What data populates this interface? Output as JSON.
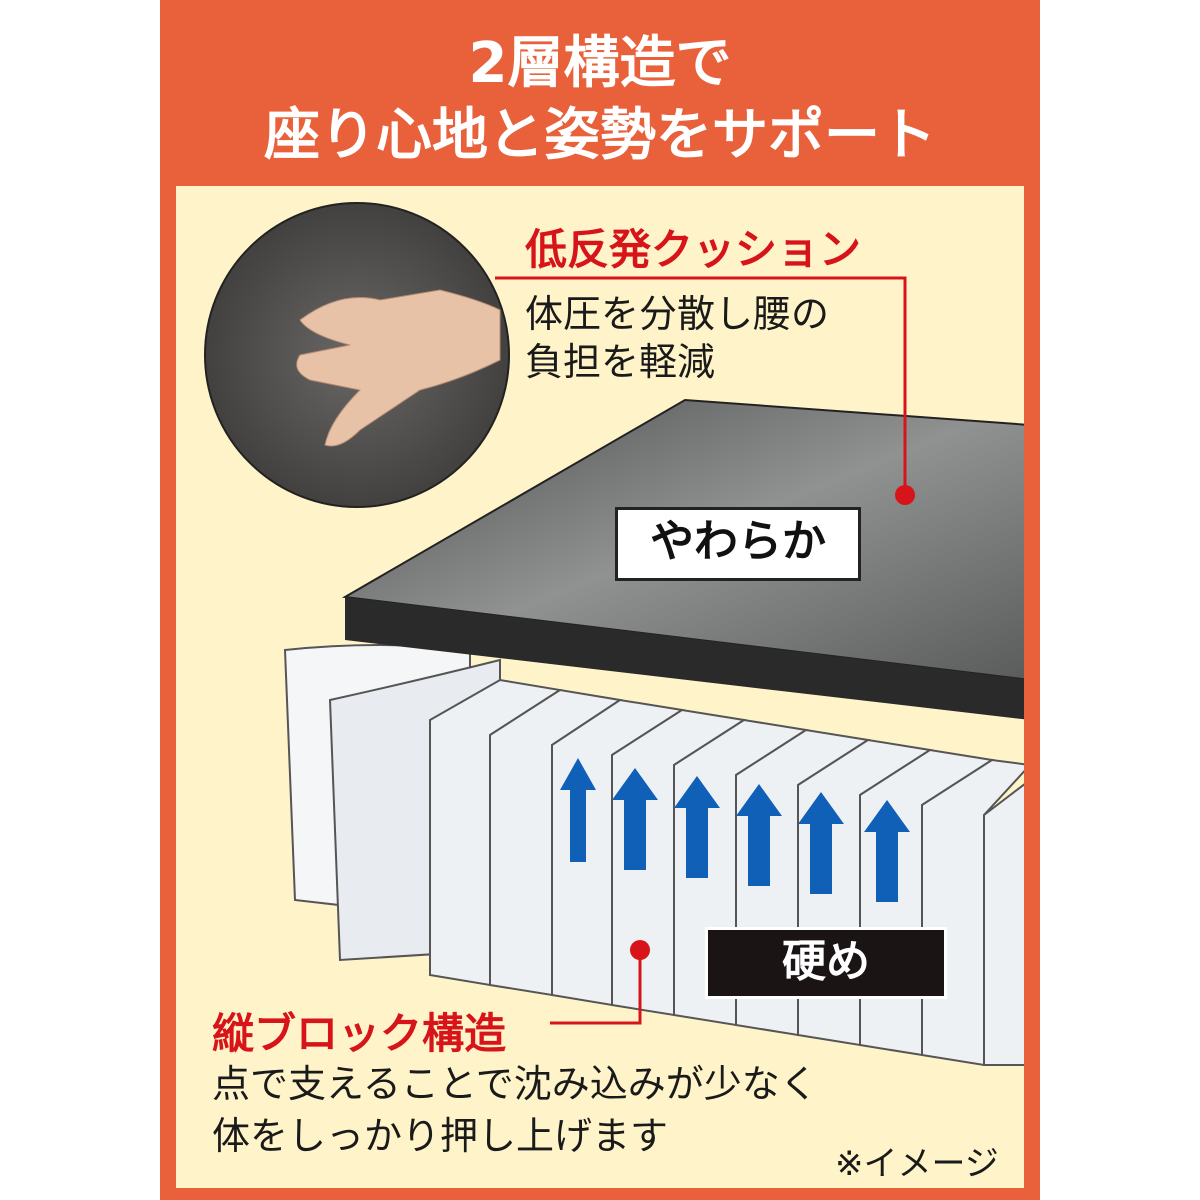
{
  "title": {
    "line1": "2層構造で",
    "line2": "座り心地と姿勢をサポート"
  },
  "top_layer": {
    "name": "低反発クッション",
    "desc_line1": "体圧を分散し腰の",
    "desc_line2": "負担を軽減",
    "tag": "やわらか"
  },
  "bottom_layer": {
    "name": "縦ブロック構造",
    "desc_line1": "点で支えることで沈み込みが少なく",
    "desc_line2": "体をしっかり押し上げます",
    "tag": "硬め"
  },
  "note": "※イメージ",
  "colors": {
    "frame": "#E8613A",
    "background": "#FFF4C9",
    "accent_red": "#D7141A",
    "arrow_blue": "#1060B8"
  }
}
